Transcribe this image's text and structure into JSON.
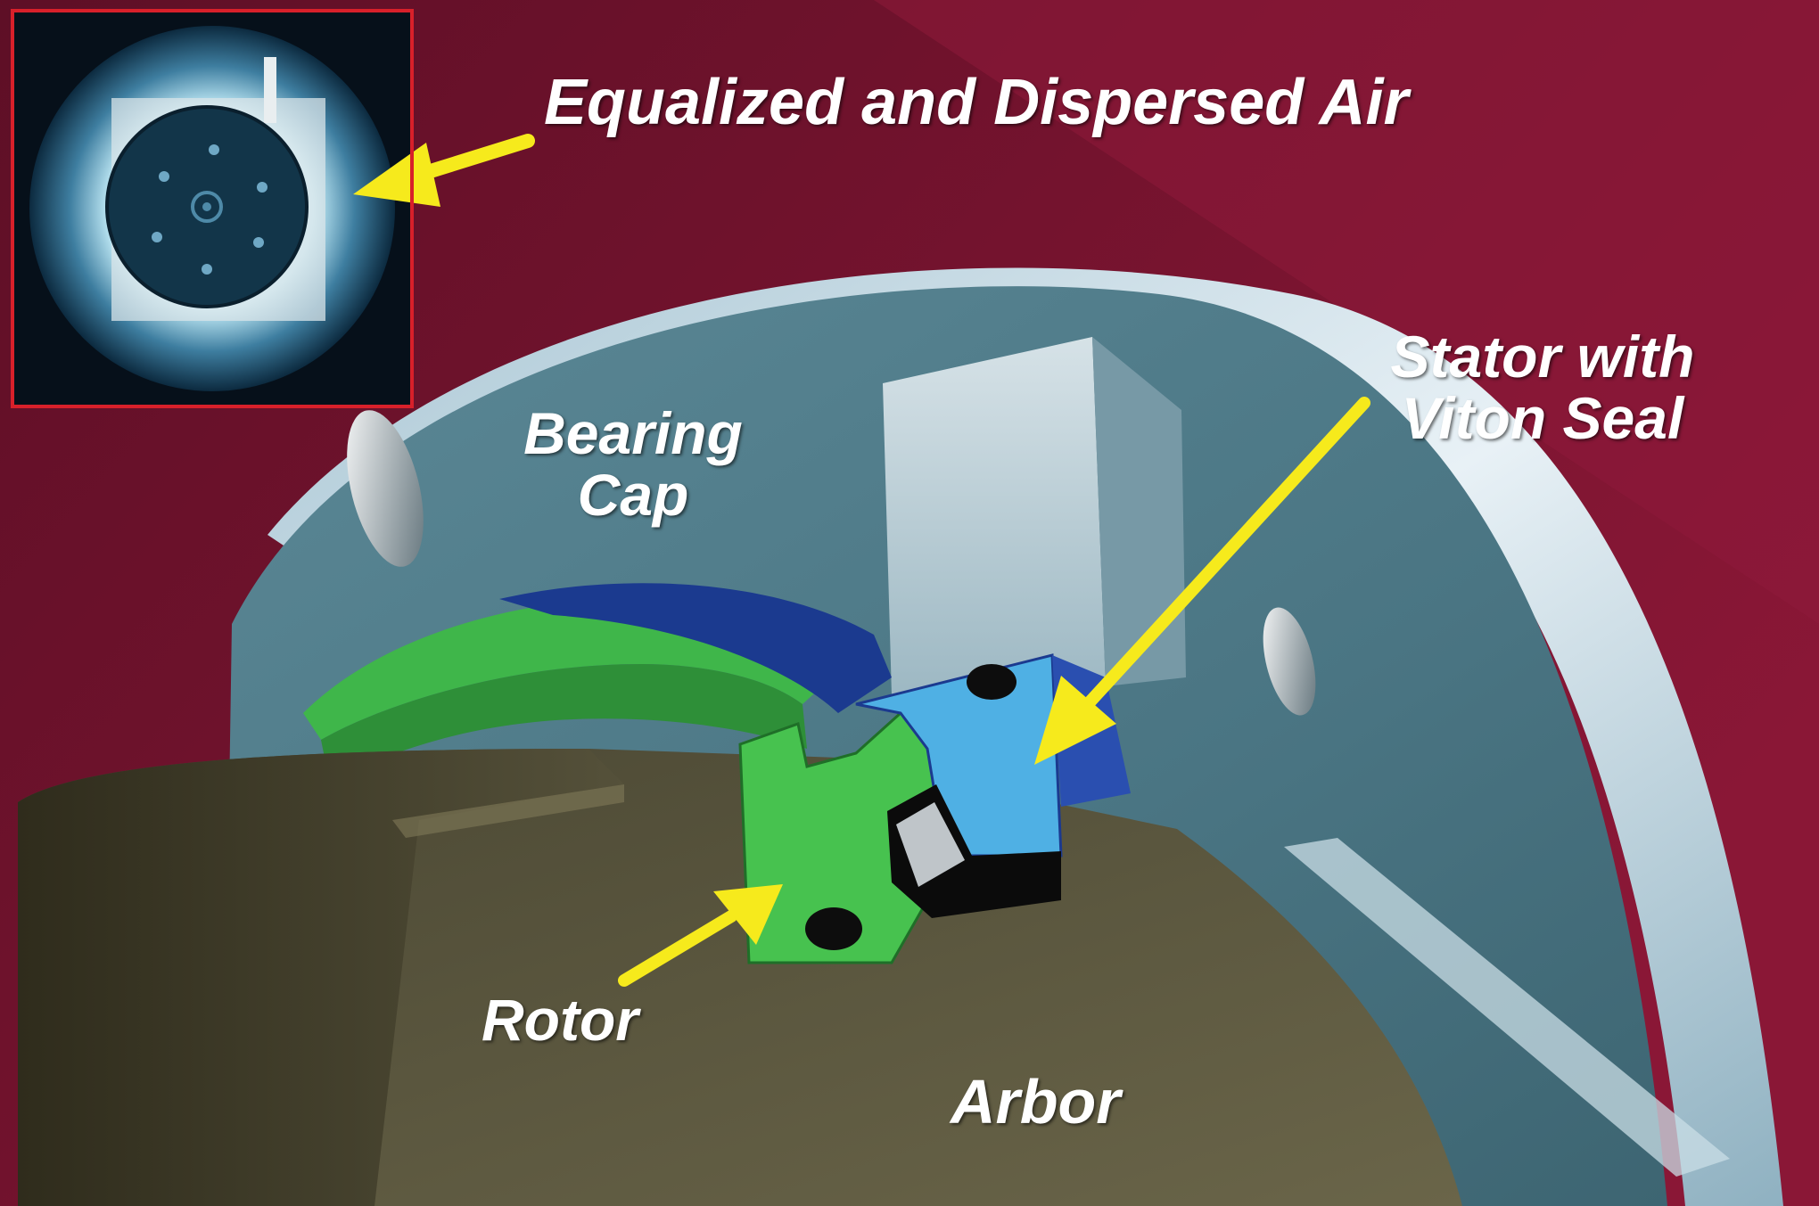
{
  "labels": {
    "equalized_air": "Equalized and Dispersed Air",
    "bearing_cap": [
      "Bearing",
      "Cap"
    ],
    "stator": [
      "Stator with",
      "Viton Seal"
    ],
    "rotor": "Rotor",
    "arbor": "Arbor"
  },
  "colors": {
    "background_maroon": "#7d1330",
    "bearing_cap": "#4f7d8a",
    "rotor_green": "#3fb64a",
    "stator_blue": "#4fb0e4",
    "stator_dark_blue": "#1b3a8f",
    "arbor": "#5e5a42",
    "arrow_yellow": "#f6ea1c",
    "inset_border": "#d8202a"
  },
  "icons": {
    "inset_photo": "dispersed-air-photo",
    "arrow": "yellow-callout-arrow"
  }
}
